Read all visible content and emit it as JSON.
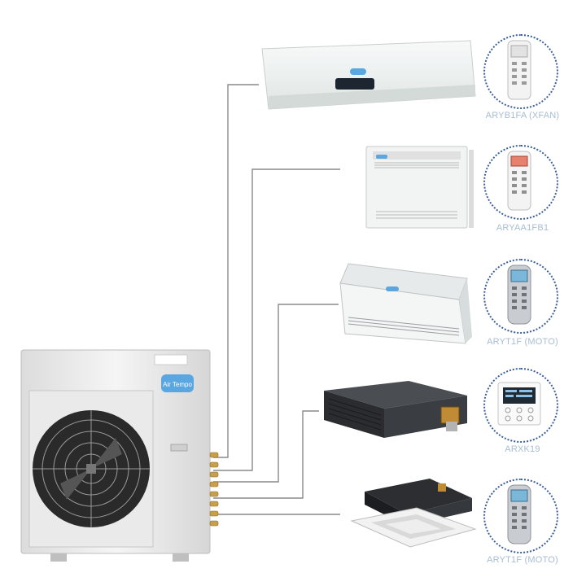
{
  "brand": {
    "logo_text": "Air Tempo"
  },
  "indoor_units": [
    {
      "remote_model": "ARYB1FA (XFAN)"
    },
    {
      "remote_model": "ARYAA1FB1"
    },
    {
      "remote_model": "ARYT1F (MOTO)"
    },
    {
      "remote_model": "ARXK19"
    },
    {
      "remote_model": "ARYT1F (MOTO)"
    }
  ],
  "colors": {
    "pipe_line": "#8a8a8a",
    "remote_border": "#3a5f9a",
    "remote_label": "#a9bcd3",
    "brand_badge": "#5aa6e0"
  },
  "icons": {
    "outdoor_unit": "outdoor-condenser-icon",
    "wall_unit": "wall-split-unit-icon",
    "floor_console": "floor-console-unit-icon",
    "ceiling_unit": "ceiling-floor-unit-icon",
    "duct_unit": "ducted-unit-icon",
    "cassette_unit": "cassette-unit-icon",
    "remote": "remote-control-icon",
    "wired_controller": "wired-controller-icon"
  }
}
